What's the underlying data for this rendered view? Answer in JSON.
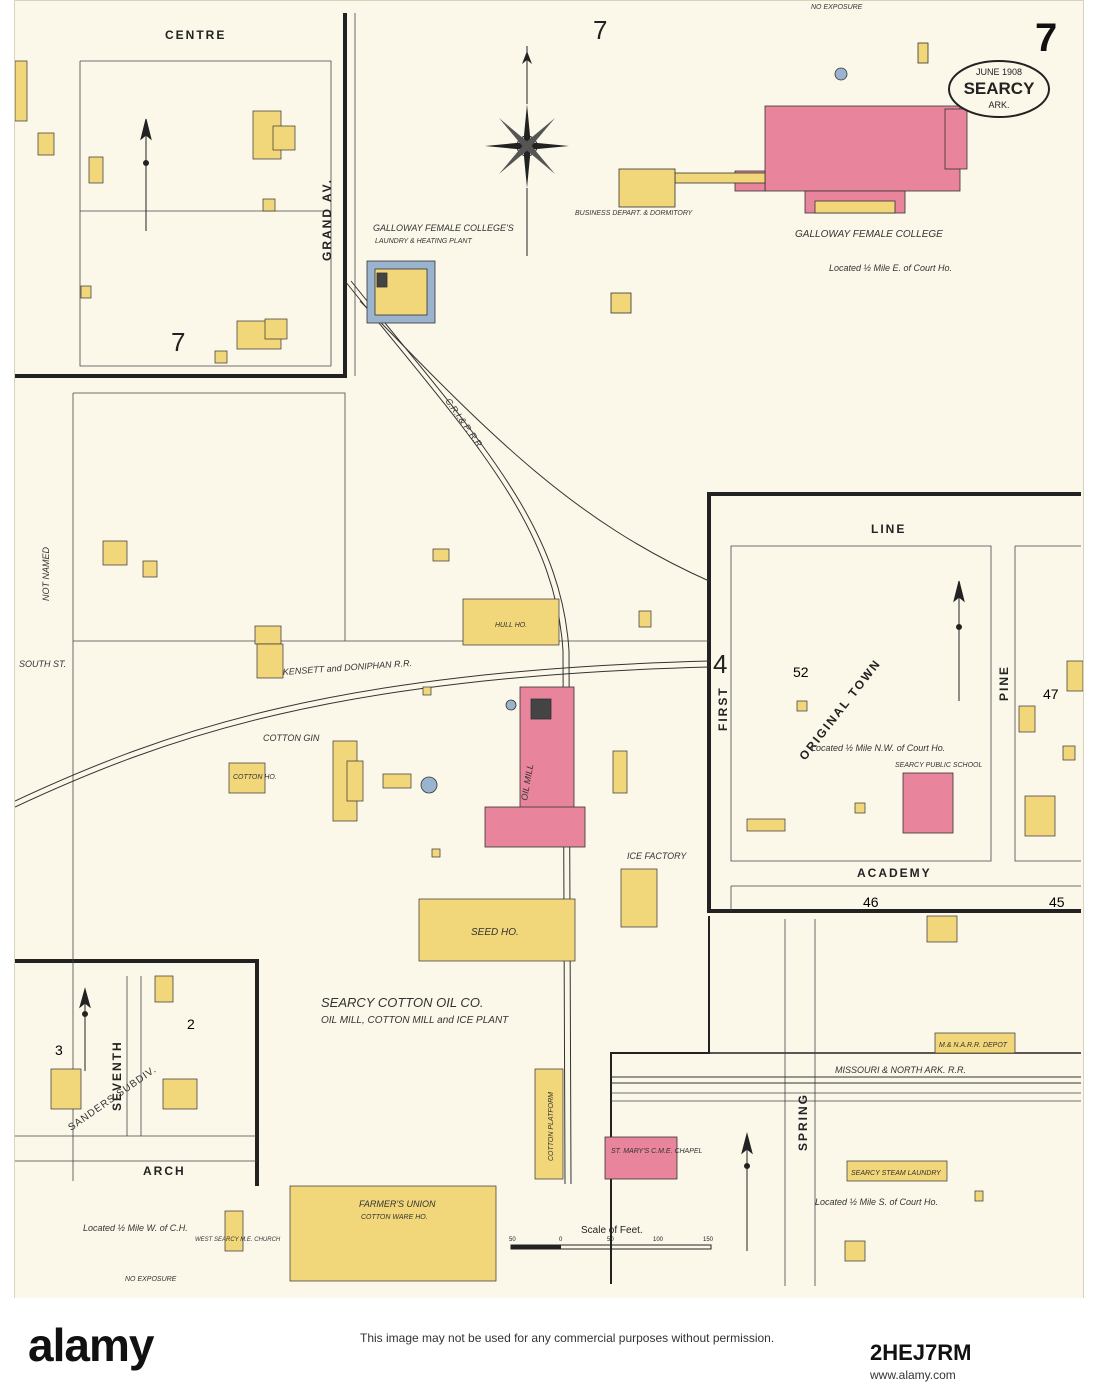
{
  "sheet": {
    "page_number": "7",
    "page_number_top": "7",
    "date": "JUNE 1908",
    "city": "SEARCY",
    "state": "ARK."
  },
  "streets": {
    "centre": "CENTRE",
    "grand_av": "GRAND AV.",
    "line": "LINE",
    "first": "FIRST",
    "pine": "PINE",
    "academy": "ACADEMY",
    "arch": "ARCH",
    "spring": "SPRING",
    "seventh": "SEVENTH",
    "sanders_subdiv": "SANDERS SUBDIV.",
    "south_st": "SOUTH ST.",
    "not_named": "NOT NAMED",
    "original_town": "ORIGINAL TOWN"
  },
  "railroads": {
    "kensett": "KENSETT and DONIPHAN R.R.",
    "missouri": "MISSOURI & NORTH ARK. R.R.",
    "crip": "C.R.I.& P. R.R."
  },
  "blocks": {
    "b7a": "7",
    "b52": "52",
    "b47": "47",
    "b46": "46",
    "b45": "45",
    "b4": "4",
    "b3": "3",
    "b2": "2"
  },
  "labels": {
    "galloway_college": "GALLOWAY FEMALE COLLEGE",
    "galloway_located": "Located ½ Mile E. of Court Ho.",
    "galloway_laundry": "GALLOWAY FEMALE COLLEGE'S",
    "galloway_laundry_sub": "LAUNDRY & HEATING PLANT",
    "business_depart": "BUSINESS DEPART. & DORMITORY",
    "cotton_gin": "COTTON GIN",
    "cotton_ho": "COTTON HO.",
    "hull_ho": "HULL HO.",
    "oil_mill": "OIL MILL",
    "seed_ho": "SEED HO.",
    "ice_factory": "ICE FACTORY",
    "cotton_platform": "COTTON PLATFORM",
    "searcy_cotton_oil": "SEARCY COTTON OIL CO.",
    "searcy_cotton_oil_sub": "OIL MILL, COTTON MILL and ICE PLANT",
    "farmers_union": "FARMER'S UNION",
    "farmers_union_sub": "COTTON WARE HO.",
    "public_school": "SEARCY PUBLIC SCHOOL",
    "school_located": "Located ½ Mile N.W. of Court Ho.",
    "st_marys": "ST. MARY'S C.M.E. CHAPEL",
    "mnarr_depot": "M.& N.A.R.R. DEPOT",
    "steam_laundry": "SEARCY STEAM LAUNDRY",
    "laundry_located": "Located ½ Mile S. of Court Ho.",
    "west_searcy_church": "WEST SEARCY M.E. CHURCH",
    "church_located": "Located ½ Mile W. of C.H.",
    "scale": "Scale of Feet.",
    "no_exposure": "NO EXPOSURE"
  },
  "scale_ticks": [
    "50",
    "0",
    "50",
    "100",
    "150"
  ],
  "colors": {
    "paper": "#fbf8ea",
    "frame_building": "#f2d67a",
    "brick_building": "#e8849c",
    "stone_building": "#9ab4cf",
    "line": "#222222"
  },
  "footer": {
    "logo": "alamy",
    "image_id": "2HEJ7RM",
    "url": "www.alamy.com",
    "text": "This image may not be used for any commercial purposes without permission."
  }
}
